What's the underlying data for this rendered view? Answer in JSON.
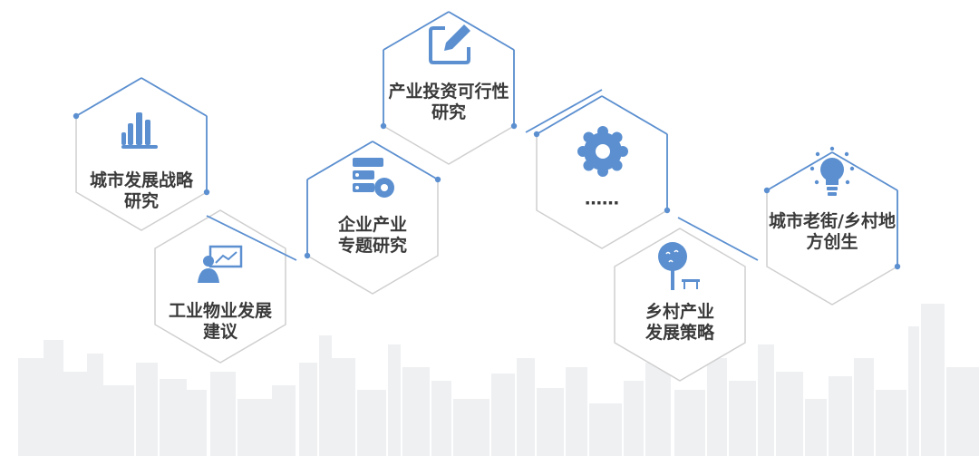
{
  "accent": "#5b8fd0",
  "hexes": [
    {
      "id": "city-strategy",
      "lines": [
        "城市发展战略",
        "研究"
      ],
      "icon": "bar-chart-icon"
    },
    {
      "id": "industrial-property",
      "lines": [
        "工业物业发展",
        "建议"
      ],
      "icon": "presenter-icon"
    },
    {
      "id": "enterprise-industry",
      "lines": [
        "企业产业",
        "专题研究"
      ],
      "icon": "server-gear-icon"
    },
    {
      "id": "investment-feasibility",
      "lines": [
        "产业投资可行性",
        "研究"
      ],
      "icon": "edit-icon"
    },
    {
      "id": "more",
      "lines": [
        "……"
      ],
      "icon": "gear-icon"
    },
    {
      "id": "rural-industry",
      "lines": [
        "乡村产业",
        "发展策略"
      ],
      "icon": "tree-bench-icon"
    },
    {
      "id": "old-street-renewal",
      "lines": [
        "城市老街/乡村地",
        "方创生"
      ],
      "icon": "lightbulb-icon"
    }
  ]
}
